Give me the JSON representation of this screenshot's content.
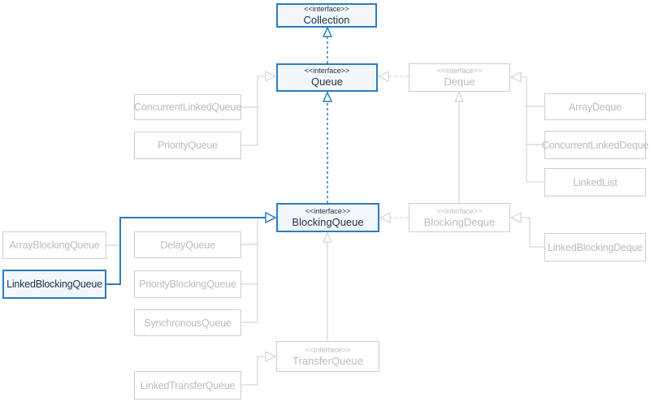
{
  "diagram": {
    "type": "uml-class-hierarchy",
    "subject": "Java Queue collections hierarchy",
    "selected_node": "LinkedBlockingQueue",
    "highlighted_path": [
      "LinkedBlockingQueue",
      "BlockingQueue",
      "Queue",
      "Collection"
    ],
    "colors": {
      "highlight_border": "#2b7dbd",
      "highlight_fill": "#f2f7fb",
      "highlight_text": "#1d3049",
      "muted_border": "#c9cdd2",
      "muted_text": "#b7bcc2",
      "background": "#ffffff"
    },
    "nodes": {
      "collection": {
        "stereotype": "<<interface>>",
        "label": "Collection",
        "kind": "interface",
        "state": "highlighted"
      },
      "queue": {
        "stereotype": "<<interface>>",
        "label": "Queue",
        "kind": "interface",
        "state": "highlighted"
      },
      "deque": {
        "stereotype": "<<interface>>",
        "label": "Deque",
        "kind": "interface",
        "state": "muted"
      },
      "concurrent_linked_queue": {
        "label": "ConcurrentLinkedQueue",
        "kind": "class",
        "state": "muted"
      },
      "priority_queue": {
        "label": "PriorityQueue",
        "kind": "class",
        "state": "muted"
      },
      "array_deque": {
        "label": "ArrayDeque",
        "kind": "class",
        "state": "muted"
      },
      "concurrent_linked_deque": {
        "label": "ConcurrentLinkedDeque",
        "kind": "class",
        "state": "muted"
      },
      "linked_list": {
        "label": "LinkedList",
        "kind": "class",
        "state": "muted"
      },
      "blocking_queue": {
        "stereotype": "<<interface>>",
        "label": "BlockingQueue",
        "kind": "interface",
        "state": "highlighted"
      },
      "blocking_deque": {
        "stereotype": "<<interface>>",
        "label": "BlockingDeque",
        "kind": "interface",
        "state": "muted"
      },
      "array_blocking_queue": {
        "label": "ArrayBlockingQueue",
        "kind": "class",
        "state": "muted"
      },
      "linked_blocking_queue": {
        "label": "LinkedBlockingQueue",
        "kind": "class",
        "state": "highlighted"
      },
      "delay_queue": {
        "label": "DelayQueue",
        "kind": "class",
        "state": "muted"
      },
      "priority_blocking_queue": {
        "label": "PriorityBlockingQueue",
        "kind": "class",
        "state": "muted"
      },
      "synchronous_queue": {
        "label": "SynchronousQueue",
        "kind": "class",
        "state": "muted"
      },
      "linked_blocking_deque": {
        "label": "LinkedBlockingDeque",
        "kind": "class",
        "state": "muted"
      },
      "transfer_queue": {
        "stereotype": "<<interface>>",
        "label": "TransferQueue",
        "kind": "interface",
        "state": "muted"
      },
      "linked_transfer_queue": {
        "label": "LinkedTransferQueue",
        "kind": "class",
        "state": "muted"
      }
    },
    "relations": [
      {
        "from": "Queue",
        "to": "Collection",
        "type": "extends",
        "highlighted": true
      },
      {
        "from": "BlockingQueue",
        "to": "Queue",
        "type": "extends",
        "highlighted": true
      },
      {
        "from": "Deque",
        "to": "Queue",
        "type": "extends",
        "highlighted": false
      },
      {
        "from": "ConcurrentLinkedQueue",
        "to": "Queue",
        "type": "implements",
        "highlighted": false
      },
      {
        "from": "PriorityQueue",
        "to": "Queue",
        "type": "implements",
        "highlighted": false
      },
      {
        "from": "ArrayDeque",
        "to": "Deque",
        "type": "implements",
        "highlighted": false
      },
      {
        "from": "ConcurrentLinkedDeque",
        "to": "Deque",
        "type": "implements",
        "highlighted": false
      },
      {
        "from": "LinkedList",
        "to": "Deque",
        "type": "implements",
        "highlighted": false
      },
      {
        "from": "BlockingDeque",
        "to": "Deque",
        "type": "extends",
        "highlighted": false
      },
      {
        "from": "BlockingDeque",
        "to": "BlockingQueue",
        "type": "extends",
        "highlighted": false
      },
      {
        "from": "ArrayBlockingQueue",
        "to": "BlockingQueue",
        "type": "implements",
        "highlighted": false
      },
      {
        "from": "LinkedBlockingQueue",
        "to": "BlockingQueue",
        "type": "implements",
        "highlighted": true
      },
      {
        "from": "DelayQueue",
        "to": "BlockingQueue",
        "type": "implements",
        "highlighted": false
      },
      {
        "from": "PriorityBlockingQueue",
        "to": "BlockingQueue",
        "type": "implements",
        "highlighted": false
      },
      {
        "from": "SynchronousQueue",
        "to": "BlockingQueue",
        "type": "implements",
        "highlighted": false
      },
      {
        "from": "LinkedBlockingDeque",
        "to": "BlockingDeque",
        "type": "implements",
        "highlighted": false
      },
      {
        "from": "TransferQueue",
        "to": "BlockingQueue",
        "type": "extends",
        "highlighted": false
      },
      {
        "from": "LinkedTransferQueue",
        "to": "TransferQueue",
        "type": "implements",
        "highlighted": false
      }
    ]
  }
}
